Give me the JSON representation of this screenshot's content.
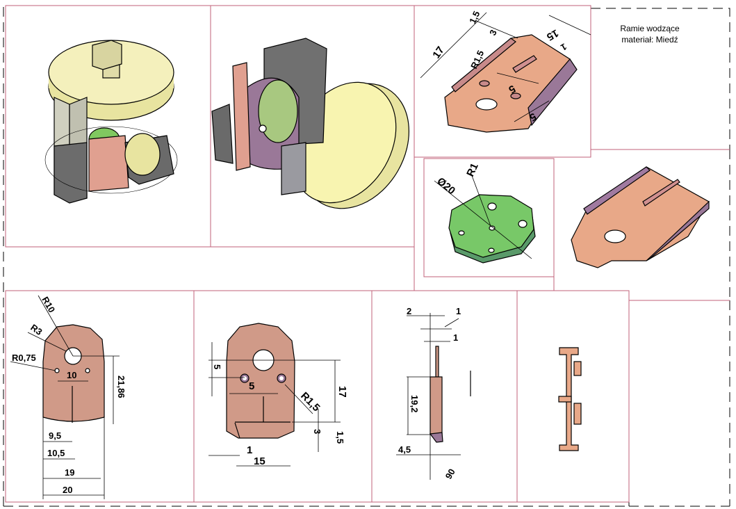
{
  "title_block": {
    "line1": "Ramie wodzące",
    "line2": "materiał: Miedź"
  },
  "colors": {
    "frame": "#c0607a",
    "copper": "#e8a888",
    "copper_flat": "#d09a88",
    "side_purple": "#9a7898",
    "green": "#78c868",
    "yellow": "#f8f4b0",
    "gray": "#707070"
  },
  "iso_view": {
    "dims": [
      "17",
      "1,5",
      "3",
      "R1,5",
      "15",
      "1",
      "5",
      "5"
    ]
  },
  "disc_view": {
    "dims": [
      "Ø20",
      "R1"
    ]
  },
  "front_view_1": {
    "dims": [
      "R10",
      "R3",
      "R0,75",
      "10",
      "21,86",
      "9,5",
      "10,5",
      "19",
      "20"
    ]
  },
  "front_view_2": {
    "dims": [
      "5",
      "5",
      "R1,5",
      "17",
      "3",
      "1,5",
      "1",
      "15"
    ]
  },
  "side_view": {
    "dims": [
      "2",
      "1",
      "1",
      "19,2",
      "4,5",
      "90"
    ]
  }
}
